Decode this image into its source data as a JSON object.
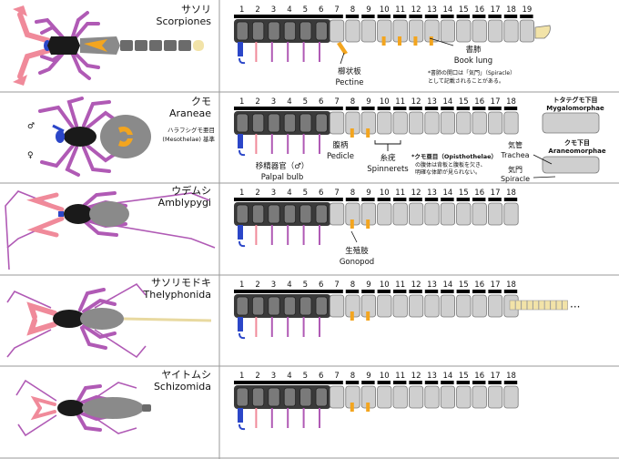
{
  "colors": {
    "prosoma": "#5a5a5a",
    "prosoma_light": "#7a7a7a",
    "opisthosoma": "#cfcfcf",
    "tail": "#f2e3a8",
    "leg": "#b05ab5",
    "chelicera": "#2b46c8",
    "pedipalp": "#f08a9a",
    "organ": "#f3a51f",
    "black": "#000000"
  },
  "rows": [
    {
      "jp": "サソリ",
      "en": "Scorpiones",
      "numbers": [
        "1",
        "2",
        "3",
        "4",
        "5",
        "6",
        "7",
        "8",
        "9",
        "10",
        "11",
        "12",
        "13",
        "14",
        "15",
        "16",
        "17",
        "18",
        "19"
      ],
      "labels": {
        "pectine_jp": "櫛状板",
        "pectine_en": "Pectine",
        "booklung_jp": "書肺",
        "booklung_en": "Book lung",
        "note_line1": "*書肺の開口は「気門」（Spiracle）",
        "note_line2": "として記載されることがある。"
      }
    },
    {
      "jp": "クモ",
      "en": "Araneae",
      "numbers": [
        "1",
        "2",
        "3",
        "4",
        "5",
        "6",
        "7",
        "8",
        "9",
        "10",
        "11",
        "12",
        "13",
        "14",
        "15",
        "16",
        "17",
        "18"
      ],
      "labels": {
        "meso_line1": "ハラフシグモ亜目",
        "meso_line2": "(Mesothelae) 基準",
        "male": "♂",
        "female": "♀",
        "palpal_jp": "移精器官（♂）",
        "palpal_en": "Palpal bulb",
        "pedicle_jp": "腹柄",
        "pedicle_en": "Pedicle",
        "spinneret_jp": "糸疣",
        "spinneret_en": "Spinnerets",
        "opis_line1": "*クモ亜目（Opisthothelae）",
        "opis_line2": "の腹体は背板と腹板を欠き、",
        "opis_line3": "明確な体節が見られない。",
        "myg_jp": "トタテグモ下目",
        "myg_en": "Mygalomorphae",
        "ara_jp": "クモ下目",
        "ara_en": "Araneomorphae",
        "trachea_jp": "気管",
        "trachea_en": "Trachea",
        "spiracle_jp": "気門",
        "spiracle_en": "Spiracle"
      }
    },
    {
      "jp": "ウデムシ",
      "en": "Amblypygi",
      "numbers": [
        "1",
        "2",
        "3",
        "4",
        "5",
        "6",
        "7",
        "8",
        "9",
        "10",
        "11",
        "12",
        "13",
        "14",
        "15",
        "16",
        "17",
        "18"
      ],
      "labels": {
        "gonopod_jp": "生殖肢",
        "gonopod_en": "Gonopod"
      }
    },
    {
      "jp": "サソリモドキ",
      "en": "Thelyphonida",
      "numbers": [
        "1",
        "2",
        "3",
        "4",
        "5",
        "6",
        "7",
        "8",
        "9",
        "10",
        "11",
        "12",
        "13",
        "14",
        "15",
        "16",
        "17",
        "18"
      ],
      "labels": {
        "dots": "···"
      }
    },
    {
      "jp": "ヤイトムシ",
      "en": "Schizomida",
      "numbers": [
        "1",
        "2",
        "3",
        "4",
        "5",
        "6",
        "7",
        "8",
        "9",
        "10",
        "11",
        "12",
        "13",
        "14",
        "15",
        "16",
        "17",
        "18"
      ],
      "labels": {}
    }
  ]
}
